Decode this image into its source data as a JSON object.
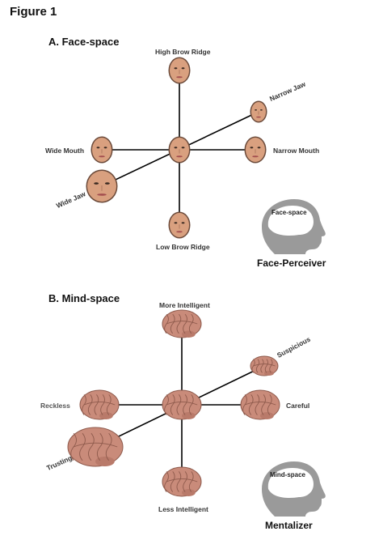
{
  "figure_title": "Figure 1",
  "panel_a": {
    "title": "A. Face-space",
    "labels": {
      "top": "High Brow Ridge",
      "bottom": "Low Brow Ridge",
      "left": "Wide Mouth",
      "right": "Narrow Mouth",
      "diag_top": "Narrow Jaw",
      "diag_bottom": "Wide Jaw"
    },
    "head_label": "Face-space",
    "role": "Face-Perceiver"
  },
  "panel_b": {
    "title": "B. Mind-space",
    "labels": {
      "top": "More Intelligent",
      "bottom": "Less Intelligent",
      "left": "Reckless",
      "right": "Careful",
      "diag_top": "Suspicious",
      "diag_bottom": "Trusting"
    },
    "head_label": "Mind-space",
    "role": "Mentalizer"
  },
  "colors": {
    "line": "#000000",
    "skin": "#d9a07f",
    "brain": "#c98b7a",
    "head": "#9a9a9a"
  }
}
